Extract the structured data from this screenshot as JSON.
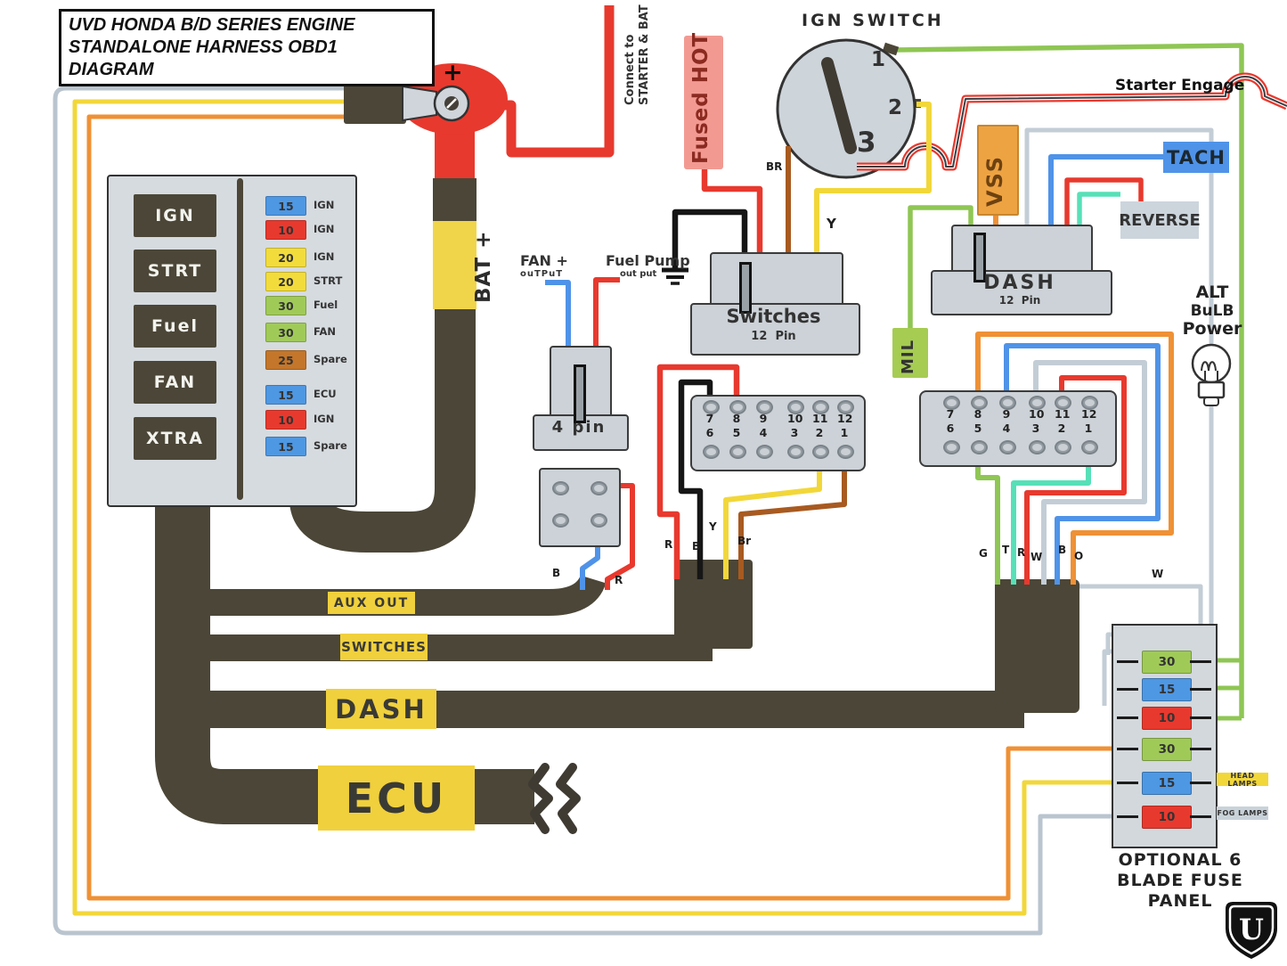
{
  "title": {
    "line1": "UVD HONDA B/D SERIES ENGINE",
    "line2": "STANDALONE HARNESS OBD1 DIAGRAM"
  },
  "battery": {
    "plus_sign": "+",
    "bat_plus": "BAT +",
    "connect_line1": "Connect to",
    "connect_line2": "STARTER & BAT"
  },
  "fuse_box": {
    "circuit_labels": [
      "IGN",
      "STRT",
      "Fuel",
      "FAN",
      "XTRA"
    ],
    "fuses": [
      {
        "amp": "15",
        "label": "IGN",
        "color": "#4e97e3"
      },
      {
        "amp": "10",
        "label": "IGN",
        "color": "#e8392e"
      },
      {
        "amp": "20",
        "label": "IGN",
        "color": "#f2dc3c"
      },
      {
        "amp": "20",
        "label": "STRT",
        "color": "#f2dc3c"
      },
      {
        "amp": "30",
        "label": "Fuel",
        "color": "#a0ca58"
      },
      {
        "amp": "30",
        "label": "FAN",
        "color": "#a0ca58"
      },
      {
        "amp": "25",
        "label": "Spare",
        "color": "#c4762a"
      },
      {
        "amp": "15",
        "label": "ECU",
        "color": "#4e97e3"
      },
      {
        "amp": "10",
        "label": "IGN",
        "color": "#e8392e"
      },
      {
        "amp": "15",
        "label": "Spare",
        "color": "#4e97e3"
      }
    ]
  },
  "ign_switch": {
    "label": "IGN SWITCH",
    "pos1": "1",
    "pos2": "2",
    "pos3": "3"
  },
  "boxes": {
    "fused_hot": "Fused HOT",
    "vss": "VSS",
    "tach": "TACH",
    "reverse": "REVERSE",
    "mil": "MIL",
    "starter_engage": "Starter Engage"
  },
  "alt_bulb": {
    "line1": "ALT",
    "line2": "BuLB",
    "line3": "Power"
  },
  "outputs": {
    "fan_line1": "FAN +",
    "fan_line2": "ouTPuT",
    "pump_line1": "Fuel Pump",
    "pump_line2": "out put"
  },
  "connectors": {
    "switches": {
      "name": "Switches",
      "pins": "12  Pin"
    },
    "dash": {
      "name": "DASH",
      "pins": "12  Pin"
    },
    "four_pin": {
      "name": "4 pin"
    },
    "pins_top": [
      "7",
      "8",
      "9",
      "10",
      "11",
      "12"
    ],
    "pins_bottom": [
      "6",
      "5",
      "4",
      "3",
      "2",
      "1"
    ]
  },
  "wire_tags": {
    "br": "BR",
    "y_switch": "Y",
    "aux_b": "B",
    "aux_r": "R",
    "sw_r": "R",
    "sw_b": "B",
    "sw_y": "Y",
    "sw_br": "Br",
    "g": "G",
    "t": "T",
    "r": "R",
    "w": "W",
    "b": "B",
    "o": "O",
    "w2": "W"
  },
  "trunks": {
    "aux": "AUX OUT",
    "switches": "SWITCHES",
    "dash": "DASH",
    "ecu": "ECU"
  },
  "fuse_panel": {
    "fuses": [
      {
        "amp": "30",
        "color": "#a0ca58"
      },
      {
        "amp": "15",
        "color": "#4e97e3"
      },
      {
        "amp": "10",
        "color": "#e8392e"
      },
      {
        "amp": "30",
        "color": "#a0ca58"
      },
      {
        "amp": "15",
        "color": "#4e97e3"
      },
      {
        "amp": "10",
        "color": "#e8392e"
      }
    ],
    "head_lamps": "HEAD LAMPS",
    "fog_lamps": "FOG LAMPS",
    "caption_line1": "OPTIONAL 6",
    "caption_line2": "BLADE FUSE",
    "caption_line3": "PANEL"
  },
  "logo": {
    "letter": "U"
  },
  "colors": {
    "harness_dark": "#4b4637",
    "wire_red": "#e8392e",
    "wire_yellow": "#f2d73a",
    "wire_green": "#8fc654",
    "wire_blue": "#4f93e8",
    "wire_orange": "#ef9135",
    "wire_teal": "#57e0b8",
    "wire_brown": "#a85a20",
    "wire_gray": "#c3cdd6",
    "wire_black": "#161616",
    "fused_hot_bg": "#f29a92",
    "vss_bg": "#eea343",
    "tach_bg": "#4f93e8",
    "mil_bg": "#a6cc52",
    "label_yellow": "#f0d03c"
  }
}
